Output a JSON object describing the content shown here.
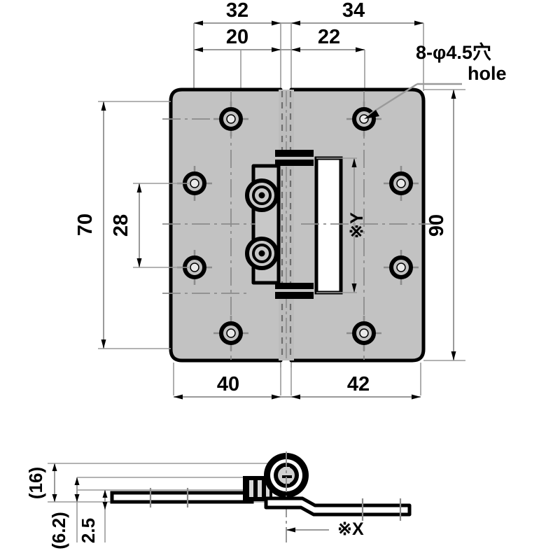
{
  "drawing": {
    "title": "hinge-technical-drawing",
    "colors": {
      "plate_fill": "#c2c2c2",
      "outline": "#000000",
      "dimension_line": "#9a9a9a",
      "center_line": "#8c8c8c",
      "background": "#ffffff",
      "knuckle_fill": "#b8b8b8"
    },
    "front_view": {
      "top_dimensions": [
        {
          "id": "dim-32",
          "label": "32"
        },
        {
          "id": "dim-34",
          "label": "34"
        }
      ],
      "top_inner_dimensions": [
        {
          "id": "dim-20",
          "label": "20"
        },
        {
          "id": "dim-22",
          "label": "22"
        }
      ],
      "bottom_dimensions": [
        {
          "id": "dim-40",
          "label": "40"
        },
        {
          "id": "dim-42",
          "label": "42"
        }
      ],
      "left_dimensions": [
        {
          "id": "dim-70",
          "label": "70"
        },
        {
          "id": "dim-28",
          "label": "28"
        }
      ],
      "right_dimensions": [
        {
          "id": "dim-90",
          "label": "90"
        }
      ],
      "hole_callout": {
        "line1": "8-φ4.5穴",
        "line2": "hole"
      },
      "mark_y": "※Y"
    },
    "side_view": {
      "left_dimensions": [
        {
          "id": "dim-16",
          "label": "(16)"
        },
        {
          "id": "dim-62",
          "label": "(6.2)"
        },
        {
          "id": "dim-25",
          "label": "2.5"
        }
      ],
      "mark_x": "※X"
    }
  }
}
